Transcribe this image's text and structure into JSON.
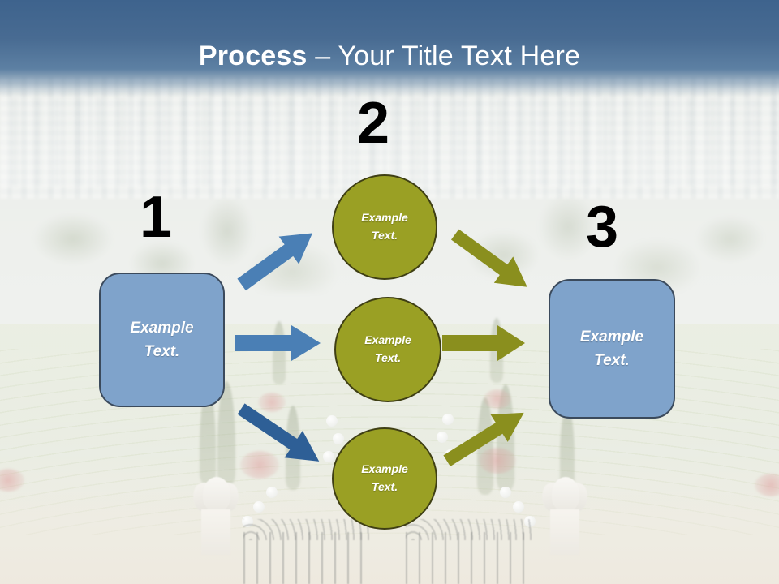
{
  "slide": {
    "title_strong": "Process",
    "title_separator": " – ",
    "title_rest": "Your Title Text Here",
    "background_description": "Aerial photo of terraced gardens and city, faded"
  },
  "colors": {
    "title_band": "#486b92",
    "title_text": "#ffffff",
    "box_fill": "#7fa3cb",
    "box_border": "#3b4a5c",
    "circle_fill": "#9aa024",
    "circle_border": "#3f3f14",
    "arrow_blue": "#4a7fb5",
    "arrow_olive": "#8a8f1e",
    "number_text": "#000000"
  },
  "steps": [
    {
      "number": "1",
      "label": "Example\nText."
    },
    {
      "number": "2",
      "label": "Example\nText."
    },
    {
      "number": "3",
      "label": "Example\nText."
    }
  ],
  "boxes": {
    "left": {
      "label": "Example\nText."
    },
    "right": {
      "label": "Example\nText."
    }
  },
  "circles": [
    {
      "label": "Example\nText."
    },
    {
      "label": "Example\nText."
    },
    {
      "label": "Example\nText."
    }
  ],
  "arrows": [
    {
      "name": "blue-arrow-up",
      "color": "#4a7fb5",
      "direction": "up-right",
      "from": "left-box",
      "to": "top-circle"
    },
    {
      "name": "blue-arrow-right",
      "color": "#4a7fb5",
      "direction": "right",
      "from": "left-box",
      "to": "middle-circle"
    },
    {
      "name": "blue-arrow-down",
      "color": "#2e5f96",
      "direction": "down-right",
      "from": "left-box",
      "to": "bottom-circle"
    },
    {
      "name": "olive-arrow-down",
      "color": "#8a8f1e",
      "direction": "down-right",
      "from": "top-circle",
      "to": "right-box"
    },
    {
      "name": "olive-arrow-right",
      "color": "#8a8f1e",
      "direction": "right",
      "from": "middle-circle",
      "to": "right-box"
    },
    {
      "name": "olive-arrow-up",
      "color": "#8a8f1e",
      "direction": "up-right",
      "from": "bottom-circle",
      "to": "right-box"
    }
  ]
}
